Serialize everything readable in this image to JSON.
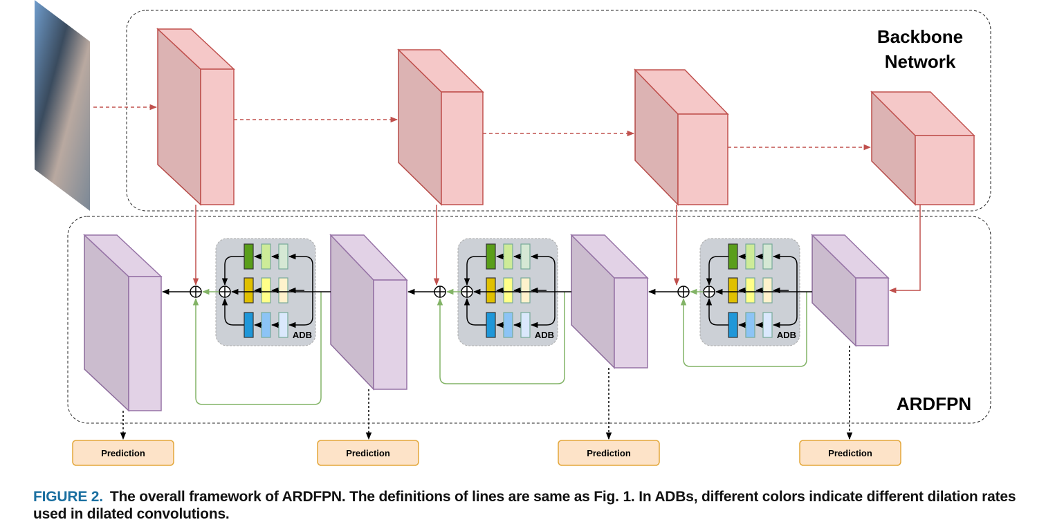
{
  "labels": {
    "backbone_line1": "Backbone",
    "backbone_line2": "Network",
    "ardfpn": "ARDFPN",
    "adb": "ADB",
    "prediction": "Prediction"
  },
  "caption": {
    "figure": "FIGURE 2.",
    "text": "The overall framework of ARDFPN. The definitions of lines are same as Fig. 1. In ADBs, different colors indicate different dilation rates used in dilated convolutions."
  },
  "colors": {
    "backbone_cube": "#f5c8c8",
    "backbone_edge": "#c0504d",
    "fpn_cube": "#e2d2e6",
    "fpn_edge": "#9673a6",
    "adb_bg": "#ccd0d6",
    "green_line": "#82b366",
    "prediction_fill": "#fde3c8",
    "prediction_edge": "#e3a73a",
    "caption_accent": "#1a6fa0",
    "adb_rows": [
      [
        "#5a9e1a",
        "#cdeb98",
        "#d5e8d4"
      ],
      [
        "#e0c000",
        "#ffff88",
        "#fff2cc"
      ],
      [
        "#1f97d9",
        "#8cc4f5",
        "#dae8fc"
      ]
    ]
  }
}
